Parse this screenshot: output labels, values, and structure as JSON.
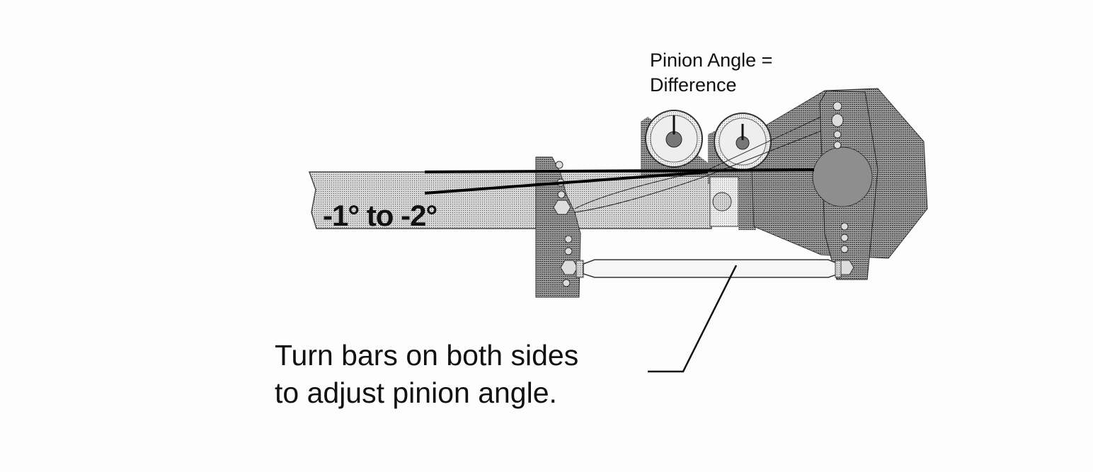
{
  "labels": {
    "pinion_angle_line1": "Pinion Angle =",
    "pinion_angle_line2": "Difference",
    "angle_range": "-1° to -2°",
    "instruction_line1": "Turn bars on both sides",
    "instruction_line2": "to adjust pinion angle."
  },
  "colors": {
    "ink": "#111111",
    "light_stipple": "#bdbdbd",
    "dark_stipple": "#8a8a8a"
  }
}
